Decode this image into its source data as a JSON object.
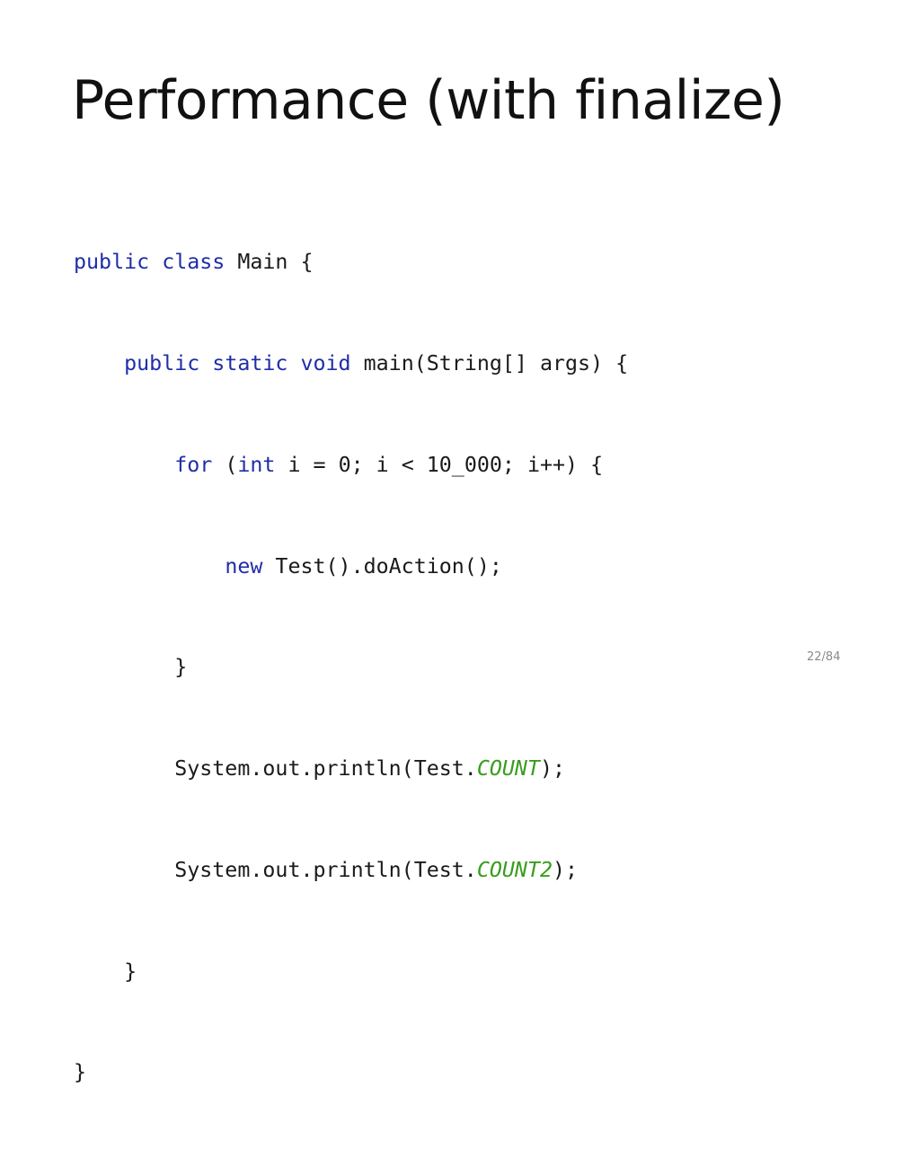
{
  "slide": {
    "title": "Performance (with finalize)",
    "page_number": "22/84",
    "colors": {
      "keyword": "#1f2ea8",
      "constant": "#3a9c1e",
      "text": "#1a1a1a"
    }
  },
  "code": {
    "lines": [
      [
        {
          "t": "public",
          "k": "kw"
        },
        {
          "t": " ",
          "k": "plain"
        },
        {
          "t": "class",
          "k": "kw"
        },
        {
          "t": " Main {",
          "k": "plain"
        }
      ],
      [
        {
          "t": "    ",
          "k": "plain"
        },
        {
          "t": "public",
          "k": "kw"
        },
        {
          "t": " ",
          "k": "plain"
        },
        {
          "t": "static",
          "k": "kw"
        },
        {
          "t": " ",
          "k": "plain"
        },
        {
          "t": "void",
          "k": "kw"
        },
        {
          "t": " main(String[] args) {",
          "k": "plain"
        }
      ],
      [
        {
          "t": "        ",
          "k": "plain"
        },
        {
          "t": "for",
          "k": "kw"
        },
        {
          "t": " (",
          "k": "plain"
        },
        {
          "t": "int",
          "k": "kw"
        },
        {
          "t": " i = 0; i < 10_000; i++) {",
          "k": "plain"
        }
      ],
      [
        {
          "t": "            ",
          "k": "plain"
        },
        {
          "t": "new",
          "k": "kw"
        },
        {
          "t": " Test().doAction();",
          "k": "plain"
        }
      ],
      [
        {
          "t": "        }",
          "k": "plain"
        }
      ],
      [
        {
          "t": "        System.out.println(Test.",
          "k": "plain"
        },
        {
          "t": "COUNT",
          "k": "const"
        },
        {
          "t": ");",
          "k": "plain"
        }
      ],
      [
        {
          "t": "        System.out.println(Test.",
          "k": "plain"
        },
        {
          "t": "COUNT2",
          "k": "const"
        },
        {
          "t": ");",
          "k": "plain"
        }
      ],
      [
        {
          "t": "    }",
          "k": "plain"
        }
      ],
      [
        {
          "t": "}",
          "k": "plain"
        }
      ]
    ]
  }
}
